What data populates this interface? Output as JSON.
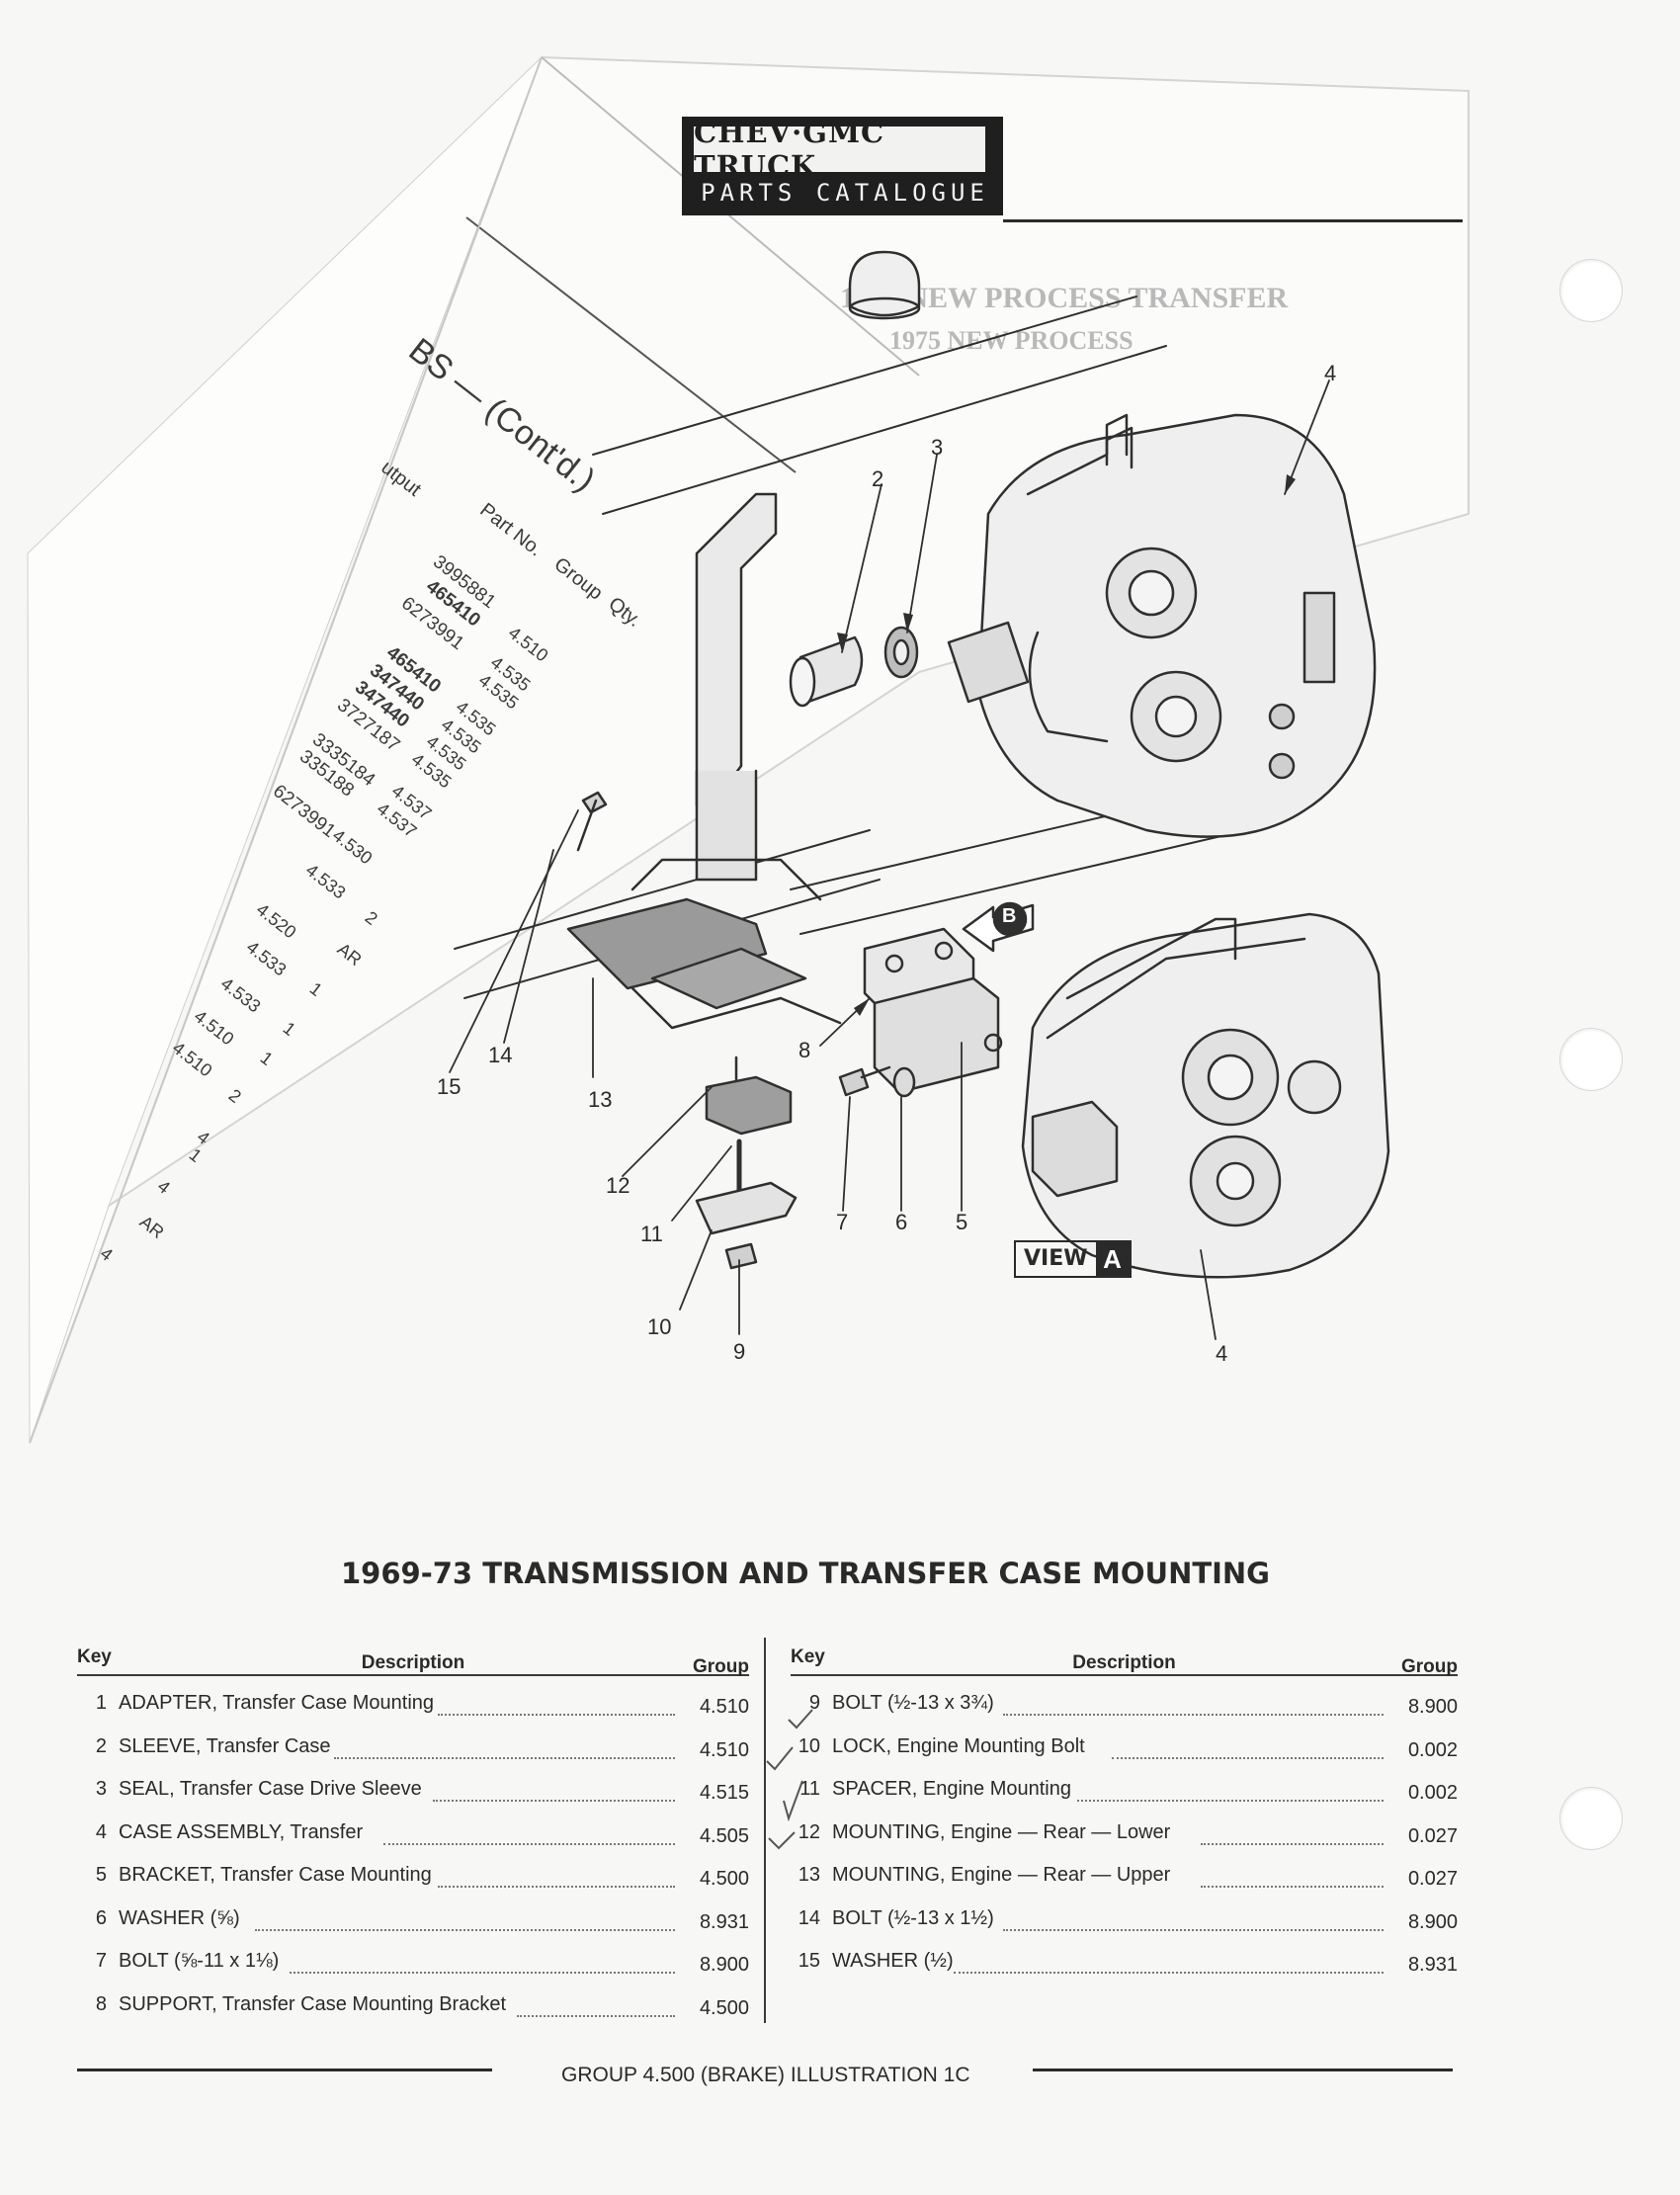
{
  "header": {
    "title": "CHEV·GMC TRUCK",
    "subtitle": "PARTS CATALOGUE"
  },
  "overlay_page": {
    "heading": "BS — (Cont'd.)",
    "column_headers": [
      "utput",
      "Part No.",
      "Group",
      "Qty."
    ],
    "part_numbers": [
      "3995881",
      "465410",
      "6273991",
      "465410",
      "347440",
      "347440",
      "3727187",
      "3335184",
      "335188",
      "6273991"
    ],
    "group_numbers": [
      "4.510",
      "4.535",
      "4.535",
      "4.535",
      "4.535",
      "4.535",
      "4.535",
      "4.537",
      "4.537",
      "4.530",
      "4.533",
      "4.520",
      "4.533",
      "4.533",
      "4.510",
      "4.510"
    ],
    "qty_values": [
      "2",
      "AR",
      "1",
      "1",
      "1",
      "2",
      "4",
      "1",
      "4",
      "AR",
      "4"
    ],
    "faint_headings": [
      "1974 NEW PROCESS TRANSFER",
      "1975 NEW PROCESS"
    ]
  },
  "diagram": {
    "callouts": [
      "2",
      "3",
      "4",
      "4",
      "5",
      "6",
      "7",
      "8",
      "9",
      "10",
      "11",
      "12",
      "13",
      "14",
      "15"
    ],
    "view_label": "VIEW",
    "view_letter": "A",
    "arrow_letter": "B"
  },
  "main_title": "1969-73 TRANSMISSION AND TRANSFER CASE MOUNTING",
  "parts_table": {
    "headers": {
      "key": "Key",
      "description": "Description",
      "group": "Group"
    },
    "left_rows": [
      {
        "key": "1",
        "description": "ADAPTER, Transfer Case Mounting",
        "group": "4.510"
      },
      {
        "key": "2",
        "description": "SLEEVE, Transfer Case",
        "group": "4.510"
      },
      {
        "key": "3",
        "description": "SEAL, Transfer Case Drive Sleeve",
        "group": "4.515"
      },
      {
        "key": "4",
        "description": "CASE ASSEMBLY, Transfer",
        "group": "4.505"
      },
      {
        "key": "5",
        "description": "BRACKET, Transfer Case Mounting",
        "group": "4.500"
      },
      {
        "key": "6",
        "description": "WASHER (⅝)",
        "group": "8.931"
      },
      {
        "key": "7",
        "description": "BOLT (⅝-11 x 1⅛)",
        "group": "8.900"
      },
      {
        "key": "8",
        "description": "SUPPORT, Transfer Case Mounting Bracket",
        "group": "4.500"
      }
    ],
    "right_rows": [
      {
        "key": "9",
        "description": "BOLT (½-13 x 3¾)",
        "group": "8.900"
      },
      {
        "key": "10",
        "description": "LOCK, Engine Mounting Bolt",
        "group": "0.002"
      },
      {
        "key": "11",
        "description": "SPACER, Engine Mounting",
        "group": "0.002"
      },
      {
        "key": "12",
        "description": "MOUNTING, Engine — Rear — Lower",
        "group": "0.027"
      },
      {
        "key": "13",
        "description": "MOUNTING, Engine — Rear — Upper",
        "group": "0.027"
      },
      {
        "key": "14",
        "description": "BOLT (½-13 x 1½)",
        "group": "8.900"
      },
      {
        "key": "15",
        "description": "WASHER (½)",
        "group": "8.931"
      }
    ]
  },
  "footer": "GROUP 4.500 (BRAKE) ILLUSTRATION 1C"
}
